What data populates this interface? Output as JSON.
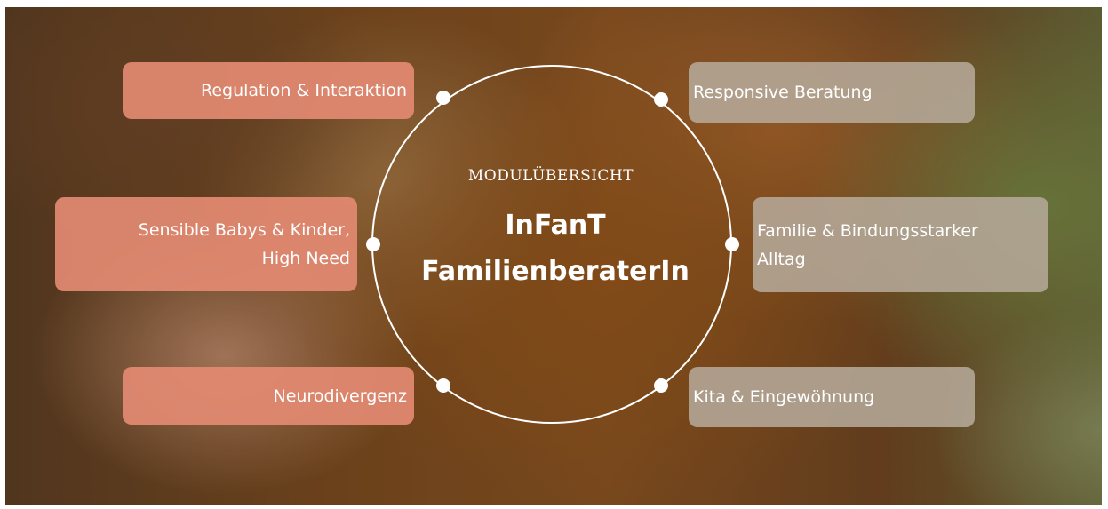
{
  "center": {
    "subtitle": "MODULÜBERSICHT",
    "title": "InFanT\nFamilienberaterIn"
  },
  "modules_left": [
    {
      "label": "Regulation & Interaktion"
    },
    {
      "label": "Sensible Babys & Kinder,\nHigh Need"
    },
    {
      "label": "Neurodivergenz"
    }
  ],
  "modules_right": [
    {
      "label": "Responsive Beratung"
    },
    {
      "label": "Familie & Bindungsstarker\nAlltag"
    },
    {
      "label": "Kita & Eingewöhnung"
    }
  ],
  "colors": {
    "left_box": "#e38a72",
    "right_box": "#b5a998",
    "ring": "#ffffff"
  }
}
